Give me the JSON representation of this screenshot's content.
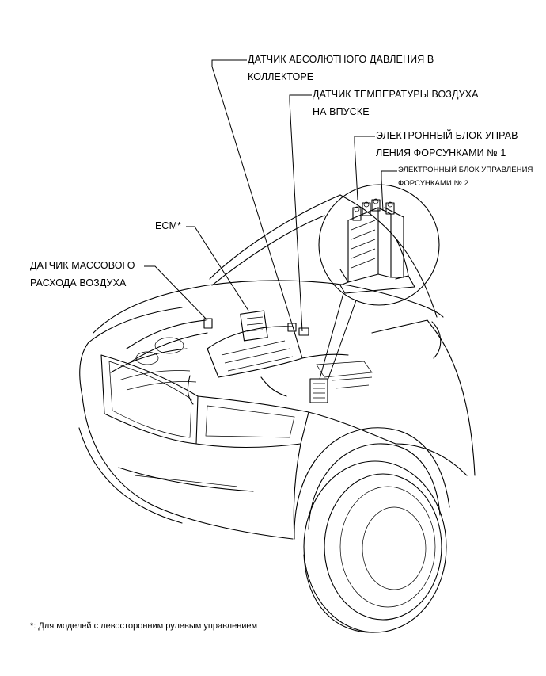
{
  "labels": {
    "map_sensor_line1": "ДАТЧИК АБСОЛЮТНОГО ДАВЛЕНИЯ В",
    "map_sensor_line2": "КОЛЛЕКТОРЕ",
    "iat_sensor_line1": "ДАТЧИК ТЕМПЕРАТУРЫ ВОЗДУХА",
    "iat_sensor_line2": "НА ВПУСКЕ",
    "edu1_line1": "ЭЛЕКТРОННЫЙ БЛОК УПРАВ-",
    "edu1_line2": "ЛЕНИЯ ФОРСУНКАМИ № 1",
    "edu2_line1": "ЭЛЕКТРОННЫЙ БЛОК УПРАВЛЕНИЯ",
    "edu2_line2": "ФОРСУНКАМИ № 2",
    "ecm": "ECM*",
    "maf_line1": "ДАТЧИК МАССОВОГО",
    "maf_line2": "РАСХОДА ВОЗДУХА"
  },
  "footnote": "*: Для моделей с левосторонним рулевым управлением"
}
